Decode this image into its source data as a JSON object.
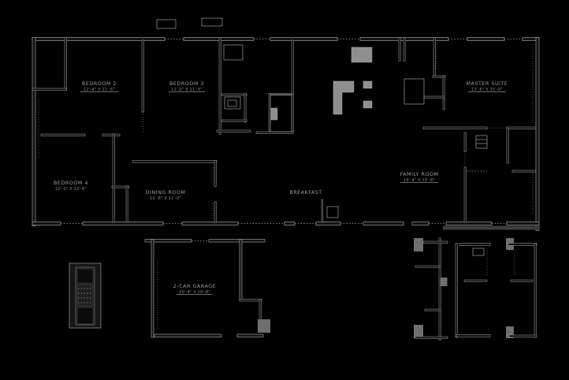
{
  "colors": {
    "background": "#000000",
    "wall_line": "#9a9a9a",
    "fixture_fill": "#8f8f8f",
    "label_text": "#9c9c9c"
  },
  "rooms": {
    "bedroom2": {
      "name": "BEDROOM 2",
      "dims": "12'-4\" X 11'-6\""
    },
    "bedroom3": {
      "name": "BEDROOM 3",
      "dims": "11'-0\" X 11'-6\""
    },
    "master": {
      "name": "MASTER SUITE",
      "dims": "13'-6\" X 15'-0\""
    },
    "family": {
      "name": "FAMILY ROOM",
      "dims": "16'-4\" X 15'-8\""
    },
    "breakfast": {
      "name": "BREAKFAST",
      "dims": ""
    },
    "dining": {
      "name": "DINING ROOM",
      "dims": "10'-8\" X 11'-0\""
    },
    "bedroom4": {
      "name": "BEDROOM 4",
      "dims": "10'-0\" X 12'-6\""
    },
    "garage": {
      "name": "2-CAR GARAGE",
      "dims": "20'-4\" X 19'-8\""
    }
  }
}
